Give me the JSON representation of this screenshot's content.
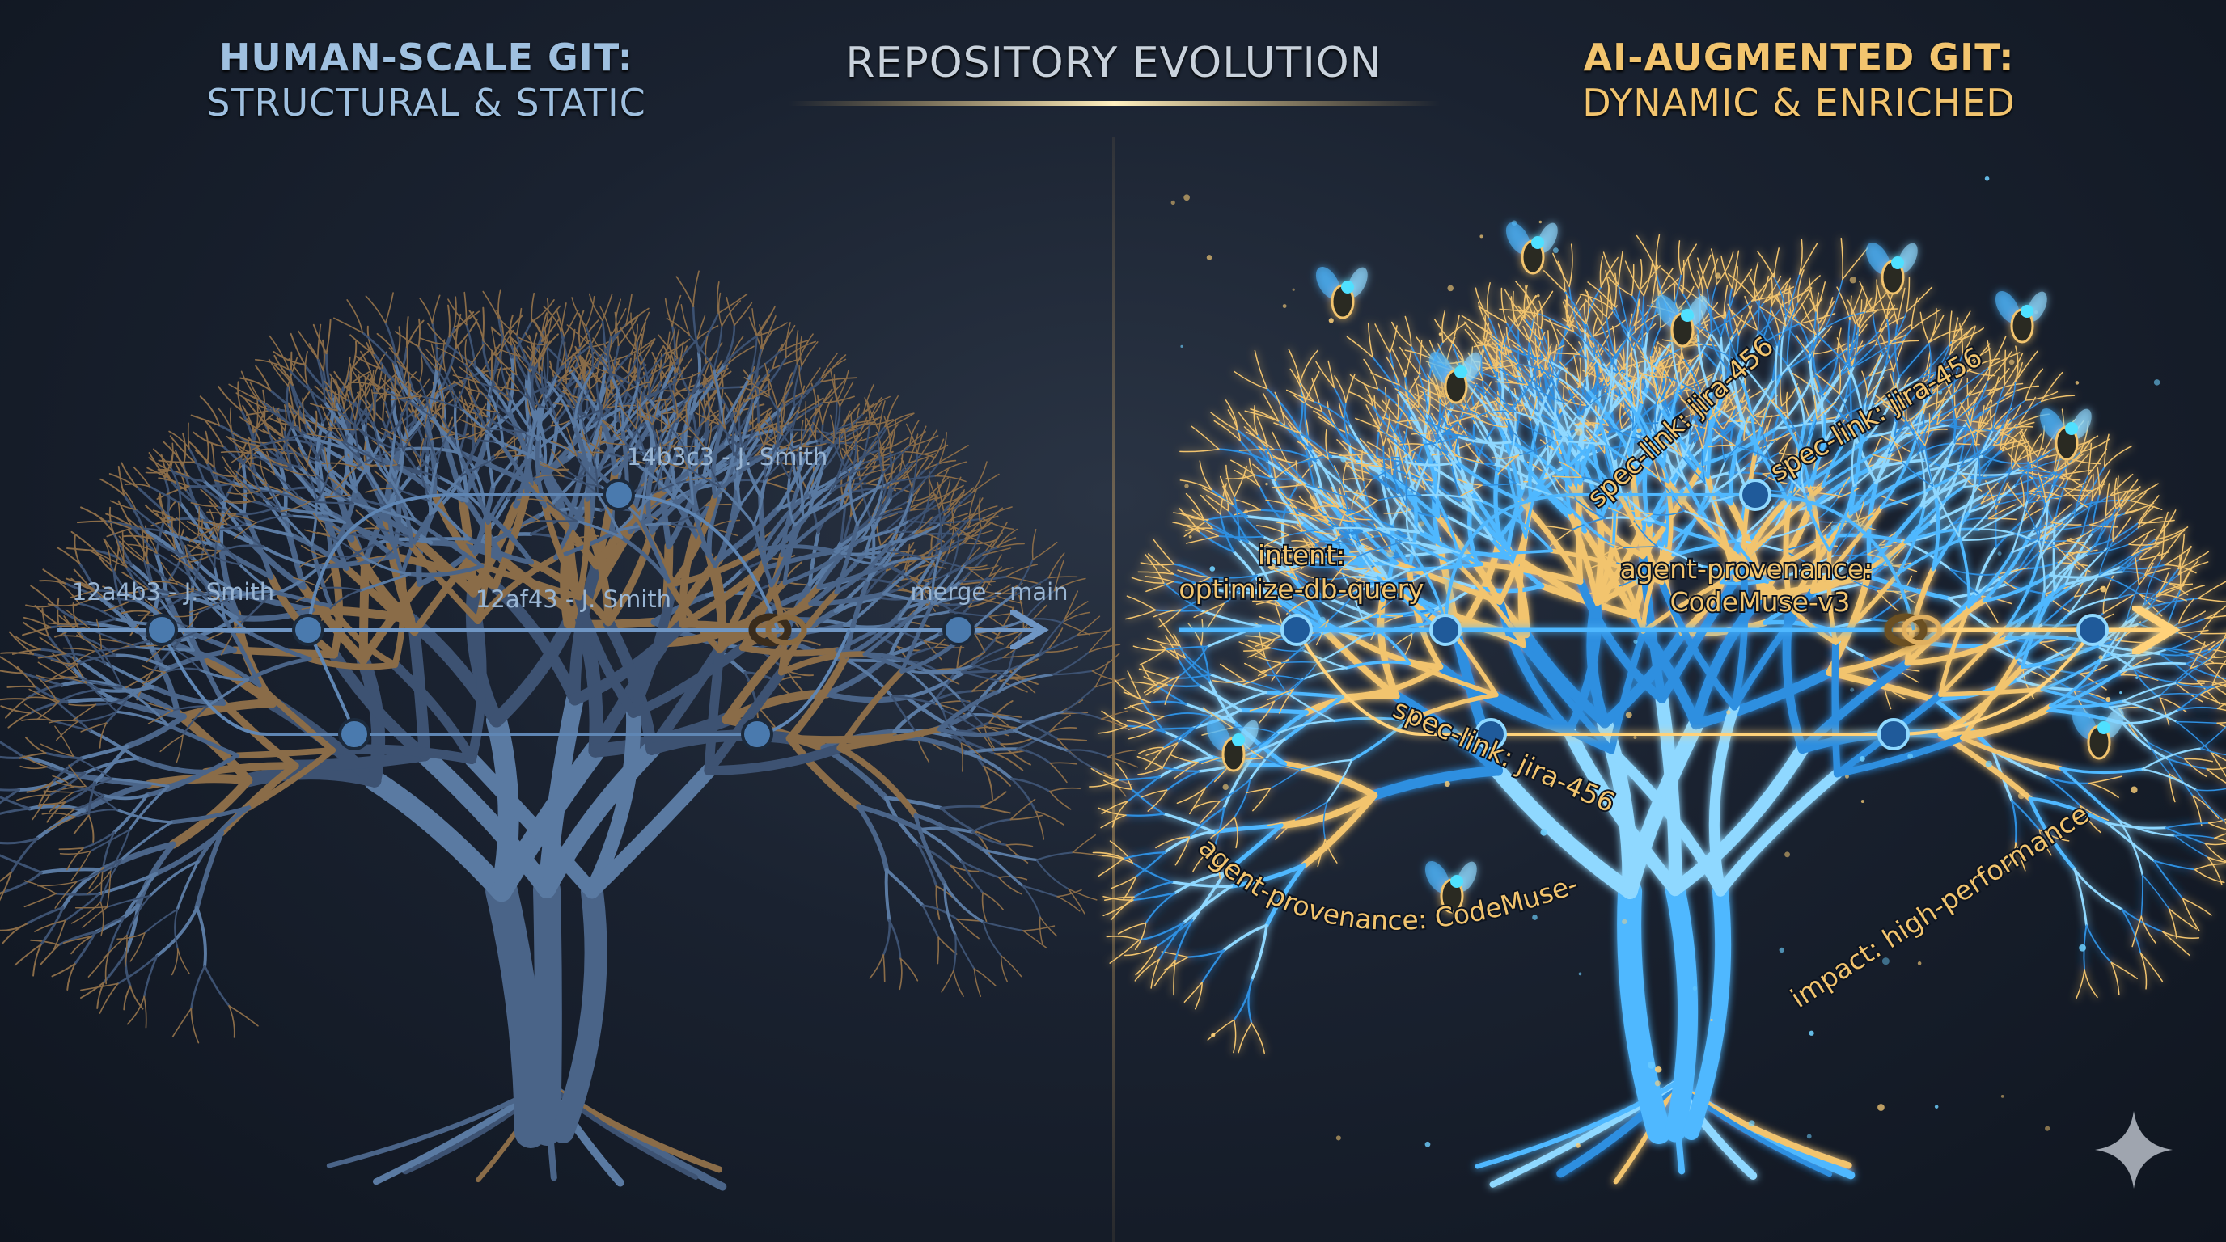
{
  "header": {
    "left_title": "HUMAN-SCALE GIT:",
    "left_subtitle": "STRUCTURAL & STATIC",
    "center_title": "REPOSITORY EVOLUTION",
    "right_title": "AI-AUGMENTED GIT:",
    "right_subtitle": "DYNAMIC & ENRICHED"
  },
  "left_tree": {
    "labels": {
      "commit_a": "12a4b3 - J. Smith",
      "commit_b": "14b3c3 - J. Smith",
      "commit_c": "12af43 - J. Smith",
      "merge": "merge - main"
    }
  },
  "right_tree": {
    "labels": {
      "intent_key": "intent:",
      "intent_value": "optimize-db-query",
      "provenance_key": "agent-provenance:",
      "provenance_value": "CodeMuse-v3",
      "spec_link_1": "spec-link: jira-456",
      "spec_link_2": "spec-link: jira-456",
      "spec_link_3": "spec-link: jira-456",
      "provenance_curved": "agent-provenance: CodeMuse-v3",
      "impact": "impact: high-performance"
    }
  },
  "colors": {
    "human": "#9fc0e0",
    "ai_gold": "#f2c46e",
    "ai_blue": "#4fb8ff",
    "background": "#1a2230"
  },
  "icons": [
    "bee-icon",
    "commit-node-icon",
    "merge-knot-icon",
    "sparkle-icon"
  ]
}
